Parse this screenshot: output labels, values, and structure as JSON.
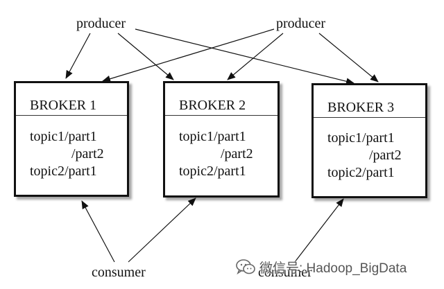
{
  "producers": [
    {
      "label": "producer"
    },
    {
      "label": "producer"
    }
  ],
  "brokers": [
    {
      "title": "BROKER 1",
      "lines": [
        "topic1/part1",
        "/part2",
        "topic2/part1"
      ]
    },
    {
      "title": "BROKER 2",
      "lines": [
        "topic1/part1",
        "/part2",
        "topic2/part1"
      ]
    },
    {
      "title": "BROKER 3",
      "lines": [
        "topic1/part1",
        "/part2",
        "topic2/part1"
      ]
    }
  ],
  "consumers": [
    {
      "label": "consumer"
    },
    {
      "label": "consumer"
    }
  ],
  "watermark": {
    "text": "微信号: Hadoop_BigData",
    "icon": "wechat-icon"
  }
}
